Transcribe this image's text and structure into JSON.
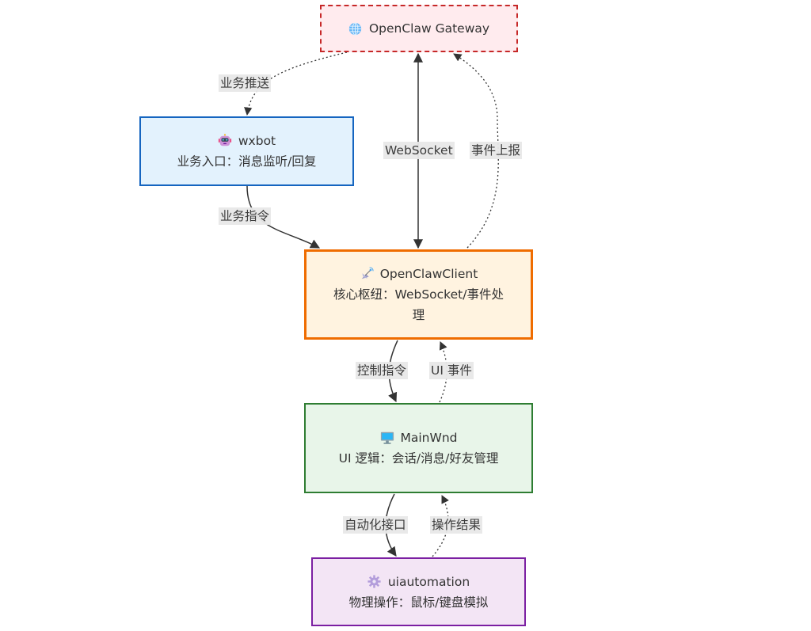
{
  "nodes": {
    "gateway": {
      "icon": "globe-icon",
      "title": "OpenClaw Gateway",
      "desc": ""
    },
    "wxbot": {
      "icon": "robot-icon",
      "title": "wxbot",
      "desc": "业务入口：消息监听/回复"
    },
    "client": {
      "icon": "satellite-antenna-icon",
      "title": "OpenClawClient",
      "desc": "核心枢纽：WebSocket/事件处理"
    },
    "mainwnd": {
      "icon": "desktop-computer-icon",
      "title": "MainWnd",
      "desc": "UI 逻辑：会话/消息/好友管理"
    },
    "uiauto": {
      "icon": "gear-icon",
      "title": "uiautomation",
      "desc": "物理操作：鼠标/键盘模拟"
    }
  },
  "edges": [
    {
      "from": "gateway",
      "to": "wxbot",
      "label": "业务推送",
      "style": "dotted"
    },
    {
      "from": "gateway",
      "to": "client",
      "label": "WebSocket",
      "style": "solid-bidirectional"
    },
    {
      "from": "client",
      "to": "gateway",
      "label": "事件上报",
      "style": "dotted"
    },
    {
      "from": "wxbot",
      "to": "client",
      "label": "业务指令",
      "style": "solid"
    },
    {
      "from": "client",
      "to": "mainwnd",
      "label": "控制指令",
      "style": "solid"
    },
    {
      "from": "mainwnd",
      "to": "client",
      "label": "UI 事件",
      "style": "dotted"
    },
    {
      "from": "mainwnd",
      "to": "uiauto",
      "label": "自动化接口",
      "style": "solid"
    },
    {
      "from": "uiauto",
      "to": "mainwnd",
      "label": "操作结果",
      "style": "dotted"
    }
  ],
  "colors": {
    "gateway": {
      "fill": "#ffebee",
      "stroke": "#c62828"
    },
    "wxbot": {
      "fill": "#e3f2fd",
      "stroke": "#1565c0"
    },
    "client": {
      "fill": "#fff3e0",
      "stroke": "#ef6c00"
    },
    "mainwnd": {
      "fill": "#e8f5e9",
      "stroke": "#2e7d32"
    },
    "uiauto": {
      "fill": "#f3e5f5",
      "stroke": "#7b1fa2"
    },
    "edge": "#333333"
  }
}
